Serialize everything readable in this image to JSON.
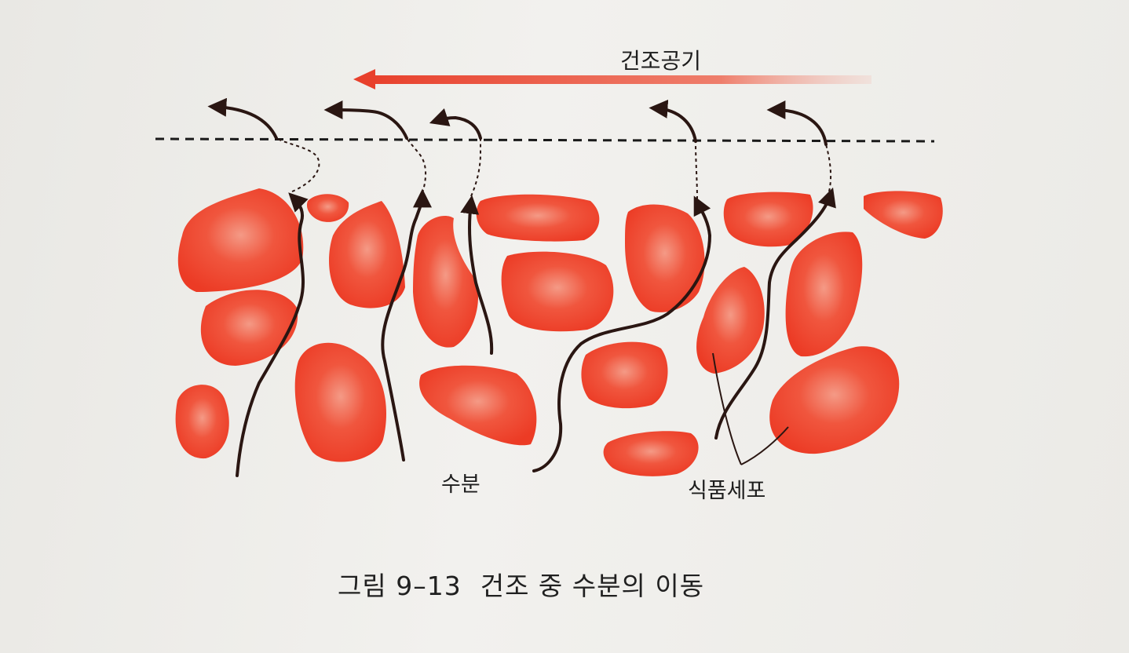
{
  "labels": {
    "dry_air": "건조공기",
    "moisture": "수분",
    "food_cell": "식품세포"
  },
  "caption": {
    "number": "그림 9–13",
    "title": "건조 중 수분의 이동"
  },
  "colors": {
    "cell": "#ef3a24",
    "cell_highlight": "#f6a08a",
    "arrow": "#2a1612",
    "air_arrow": "#e8402c",
    "dashed_line": "#1a1a1a"
  }
}
